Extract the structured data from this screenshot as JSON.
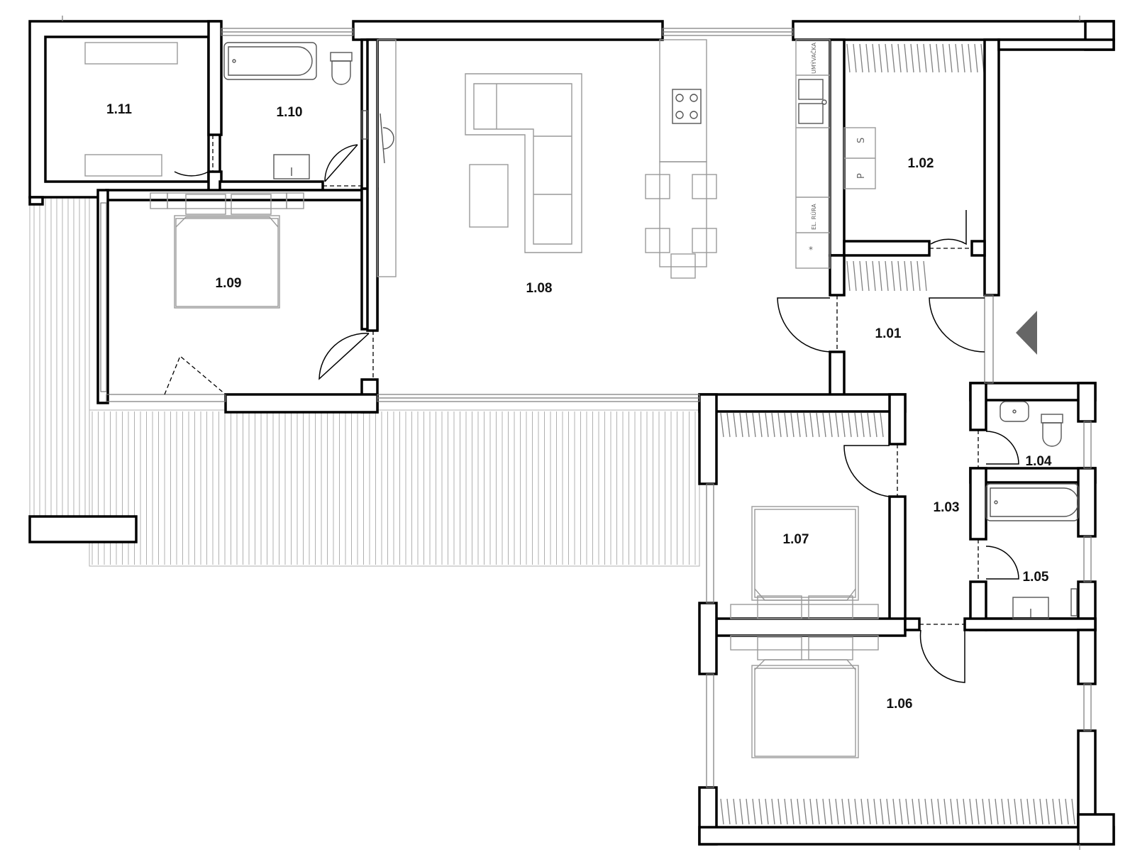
{
  "rooms": {
    "r101": "1.01",
    "r102": "1.02",
    "r103": "1.03",
    "r104": "1.04",
    "r105": "1.05",
    "r106": "1.06",
    "r107": "1.07",
    "r108": "1.08",
    "r109": "1.09",
    "r110": "1.10",
    "r111": "1.11"
  },
  "appliance_labels": {
    "dishwasher": "UMÝVAČKA",
    "oven": "EL. RÚRA",
    "fridge_s": "S",
    "fridge_p": "P",
    "freezer": "*"
  },
  "colors": {
    "wall": "#000000",
    "furniture": "#999999",
    "decking": "#b0b0b0",
    "entrance_marker": "#666666"
  },
  "icons": {
    "entrance": "entrance-arrow-icon"
  }
}
